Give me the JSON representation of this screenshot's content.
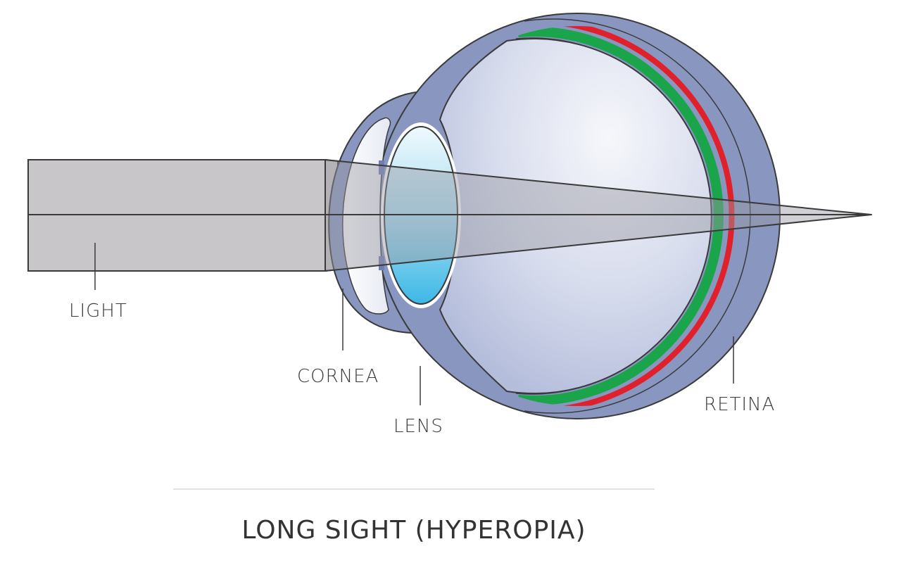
{
  "labels": {
    "light": "LIGHT",
    "cornea": "CORNEA",
    "lens": "LENS",
    "retina": "RETINA"
  },
  "title": "LONG SIGHT (HYPEROPIA)",
  "colors": {
    "sclera": "#8896c0",
    "outline": "#3a3a3a",
    "retina_green": "#1aa54a",
    "retina_red": "#e0212b",
    "light_beam": "#c8c6c8",
    "lens_blue": "#5bc3ea",
    "background": "#ffffff"
  }
}
